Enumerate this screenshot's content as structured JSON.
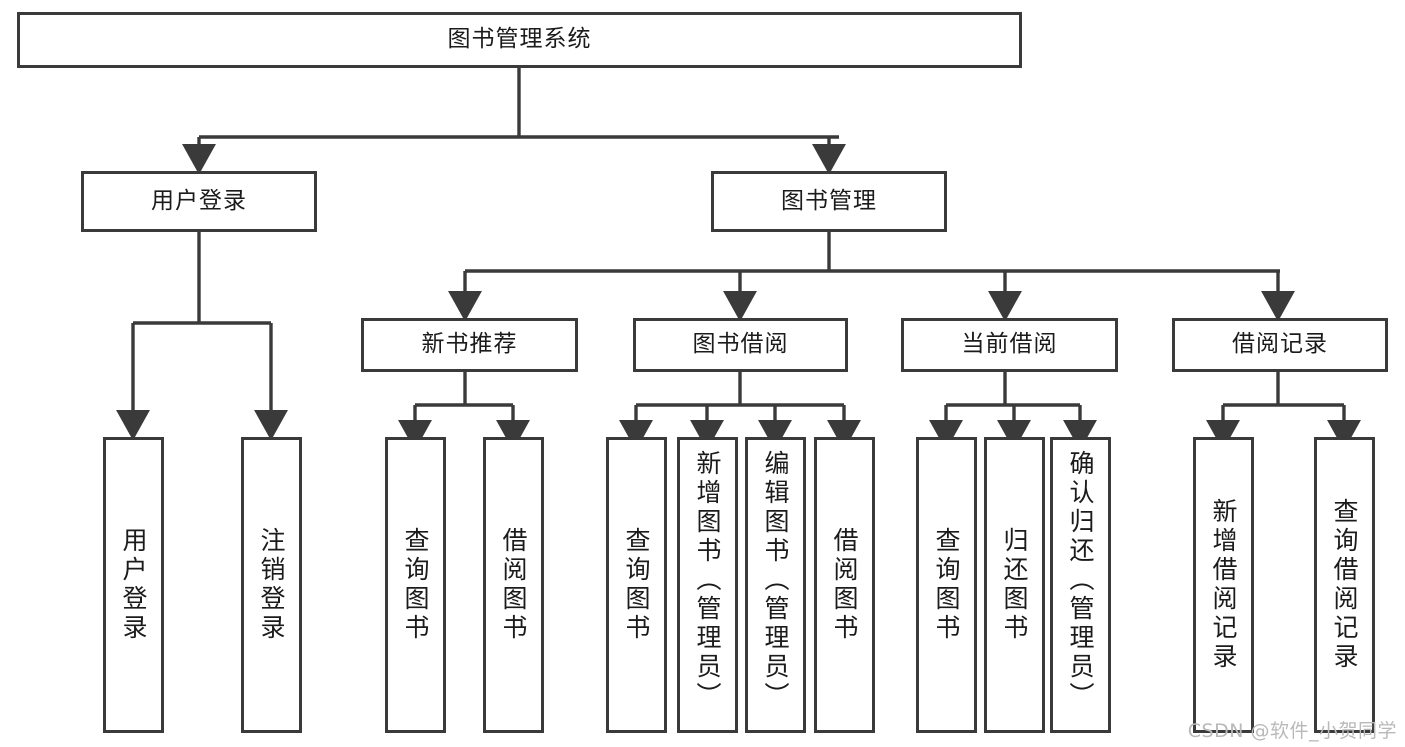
{
  "diagram": {
    "title_node": {
      "label": "图书管理系统"
    },
    "level2": [
      {
        "label": "用户登录"
      },
      {
        "label": "图书管理"
      }
    ],
    "level3": [
      {
        "label": "新书推荐"
      },
      {
        "label": "图书借阅"
      },
      {
        "label": "当前借阅"
      },
      {
        "label": "借阅记录"
      }
    ],
    "leaves": {
      "user_login": [
        {
          "label": "用户登录"
        },
        {
          "label": "注销登录"
        }
      ],
      "new_book_recommend": [
        {
          "label": "查询图书"
        },
        {
          "label": "借阅图书"
        }
      ],
      "book_borrow": [
        {
          "label": "查询图书"
        },
        {
          "label": "新增图书（管理员）"
        },
        {
          "label": "编辑图书（管理员）"
        },
        {
          "label": "借阅图书"
        }
      ],
      "current_borrow": [
        {
          "label": "查询图书"
        },
        {
          "label": "归还图书"
        },
        {
          "label": "确认归还（管理员）"
        }
      ],
      "borrow_record": [
        {
          "label": "新增借阅记录"
        },
        {
          "label": "查询借阅记录"
        }
      ]
    }
  },
  "watermark": {
    "text": "CSDN @软件_小贺同学"
  },
  "colors": {
    "border": "#3a3a3a",
    "text": "#1b1b1b",
    "background": "#ffffff",
    "watermark": "#b9b9b9"
  }
}
